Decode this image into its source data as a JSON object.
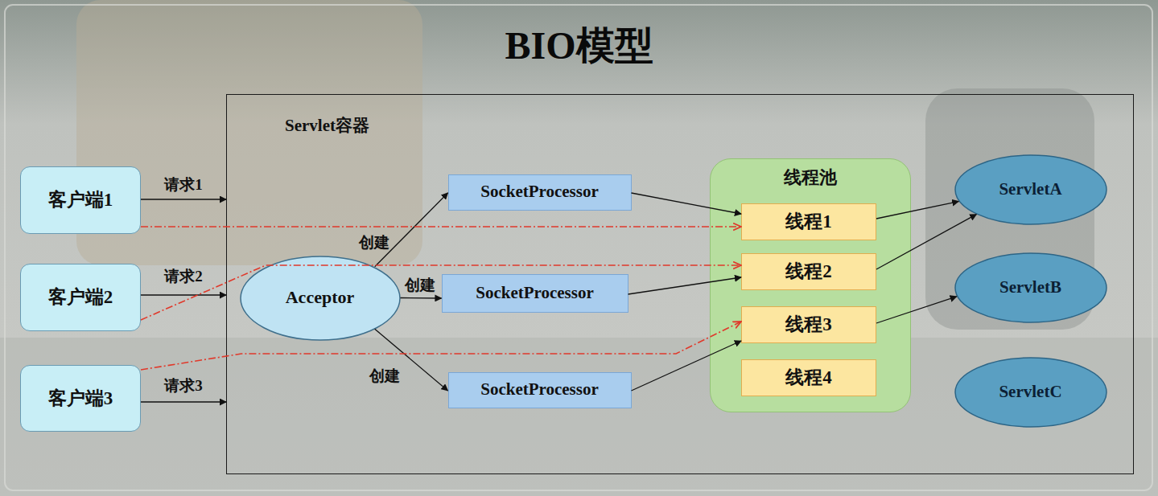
{
  "diagram": {
    "title": "BIO模型",
    "nodes": [
      {
        "text": [
          "客户端1"
        ]
      },
      {
        "text": [
          "客户端2"
        ]
      },
      {
        "text": [
          "客户端3"
        ]
      },
      {
        "text": [
          "Servlet容器"
        ]
      },
      {
        "text": [
          "Acceptor"
        ],
        "in": 3
      },
      {
        "text": [
          "SocketProcessor"
        ],
        "in": 3
      },
      {
        "text": [
          "SocketProcessor"
        ],
        "in": 3
      },
      {
        "text": [
          "SocketProcessor"
        ],
        "in": 3
      },
      {
        "text": [
          "线程池"
        ],
        "in": 3
      },
      {
        "text": [
          "线程1"
        ],
        "in": 8
      },
      {
        "text": [
          "线程2"
        ],
        "in": 8
      },
      {
        "text": [
          "线程3"
        ],
        "in": 8
      },
      {
        "text": [
          "线程4"
        ],
        "in": 8
      },
      {
        "text": [
          "ServletA"
        ],
        "in": 3
      },
      {
        "text": [
          "ServletB"
        ],
        "in": 3
      },
      {
        "text": [
          "ServletC"
        ],
        "in": 3
      }
    ],
    "edges": [
      {
        "from": 0,
        "to": 3,
        "arrow": "to",
        "label": "请求1"
      },
      {
        "from": 1,
        "to": 3,
        "arrow": "to",
        "label": "请求2"
      },
      {
        "from": 2,
        "to": 3,
        "arrow": "to",
        "label": "请求3"
      },
      {
        "from": 4,
        "to": 5,
        "arrow": "to",
        "label": "创建"
      },
      {
        "from": 4,
        "to": 6,
        "arrow": "to",
        "label": "创建"
      },
      {
        "from": 4,
        "to": 7,
        "arrow": "to",
        "label": "创建"
      },
      {
        "from": 5,
        "to": 9,
        "arrow": "to"
      },
      {
        "from": 6,
        "to": 10,
        "arrow": "to"
      },
      {
        "from": 7,
        "to": 11,
        "arrow": "to"
      },
      {
        "from": 9,
        "to": 13,
        "arrow": "to"
      },
      {
        "from": 10,
        "to": 13,
        "arrow": "to"
      },
      {
        "from": 11,
        "to": 14,
        "arrow": "to"
      },
      {
        "from": 0,
        "to": 9,
        "arrow": "to"
      },
      {
        "from": 1,
        "to": 10,
        "arrow": "to"
      },
      {
        "from": 2,
        "to": 11,
        "arrow": "to"
      }
    ]
  }
}
